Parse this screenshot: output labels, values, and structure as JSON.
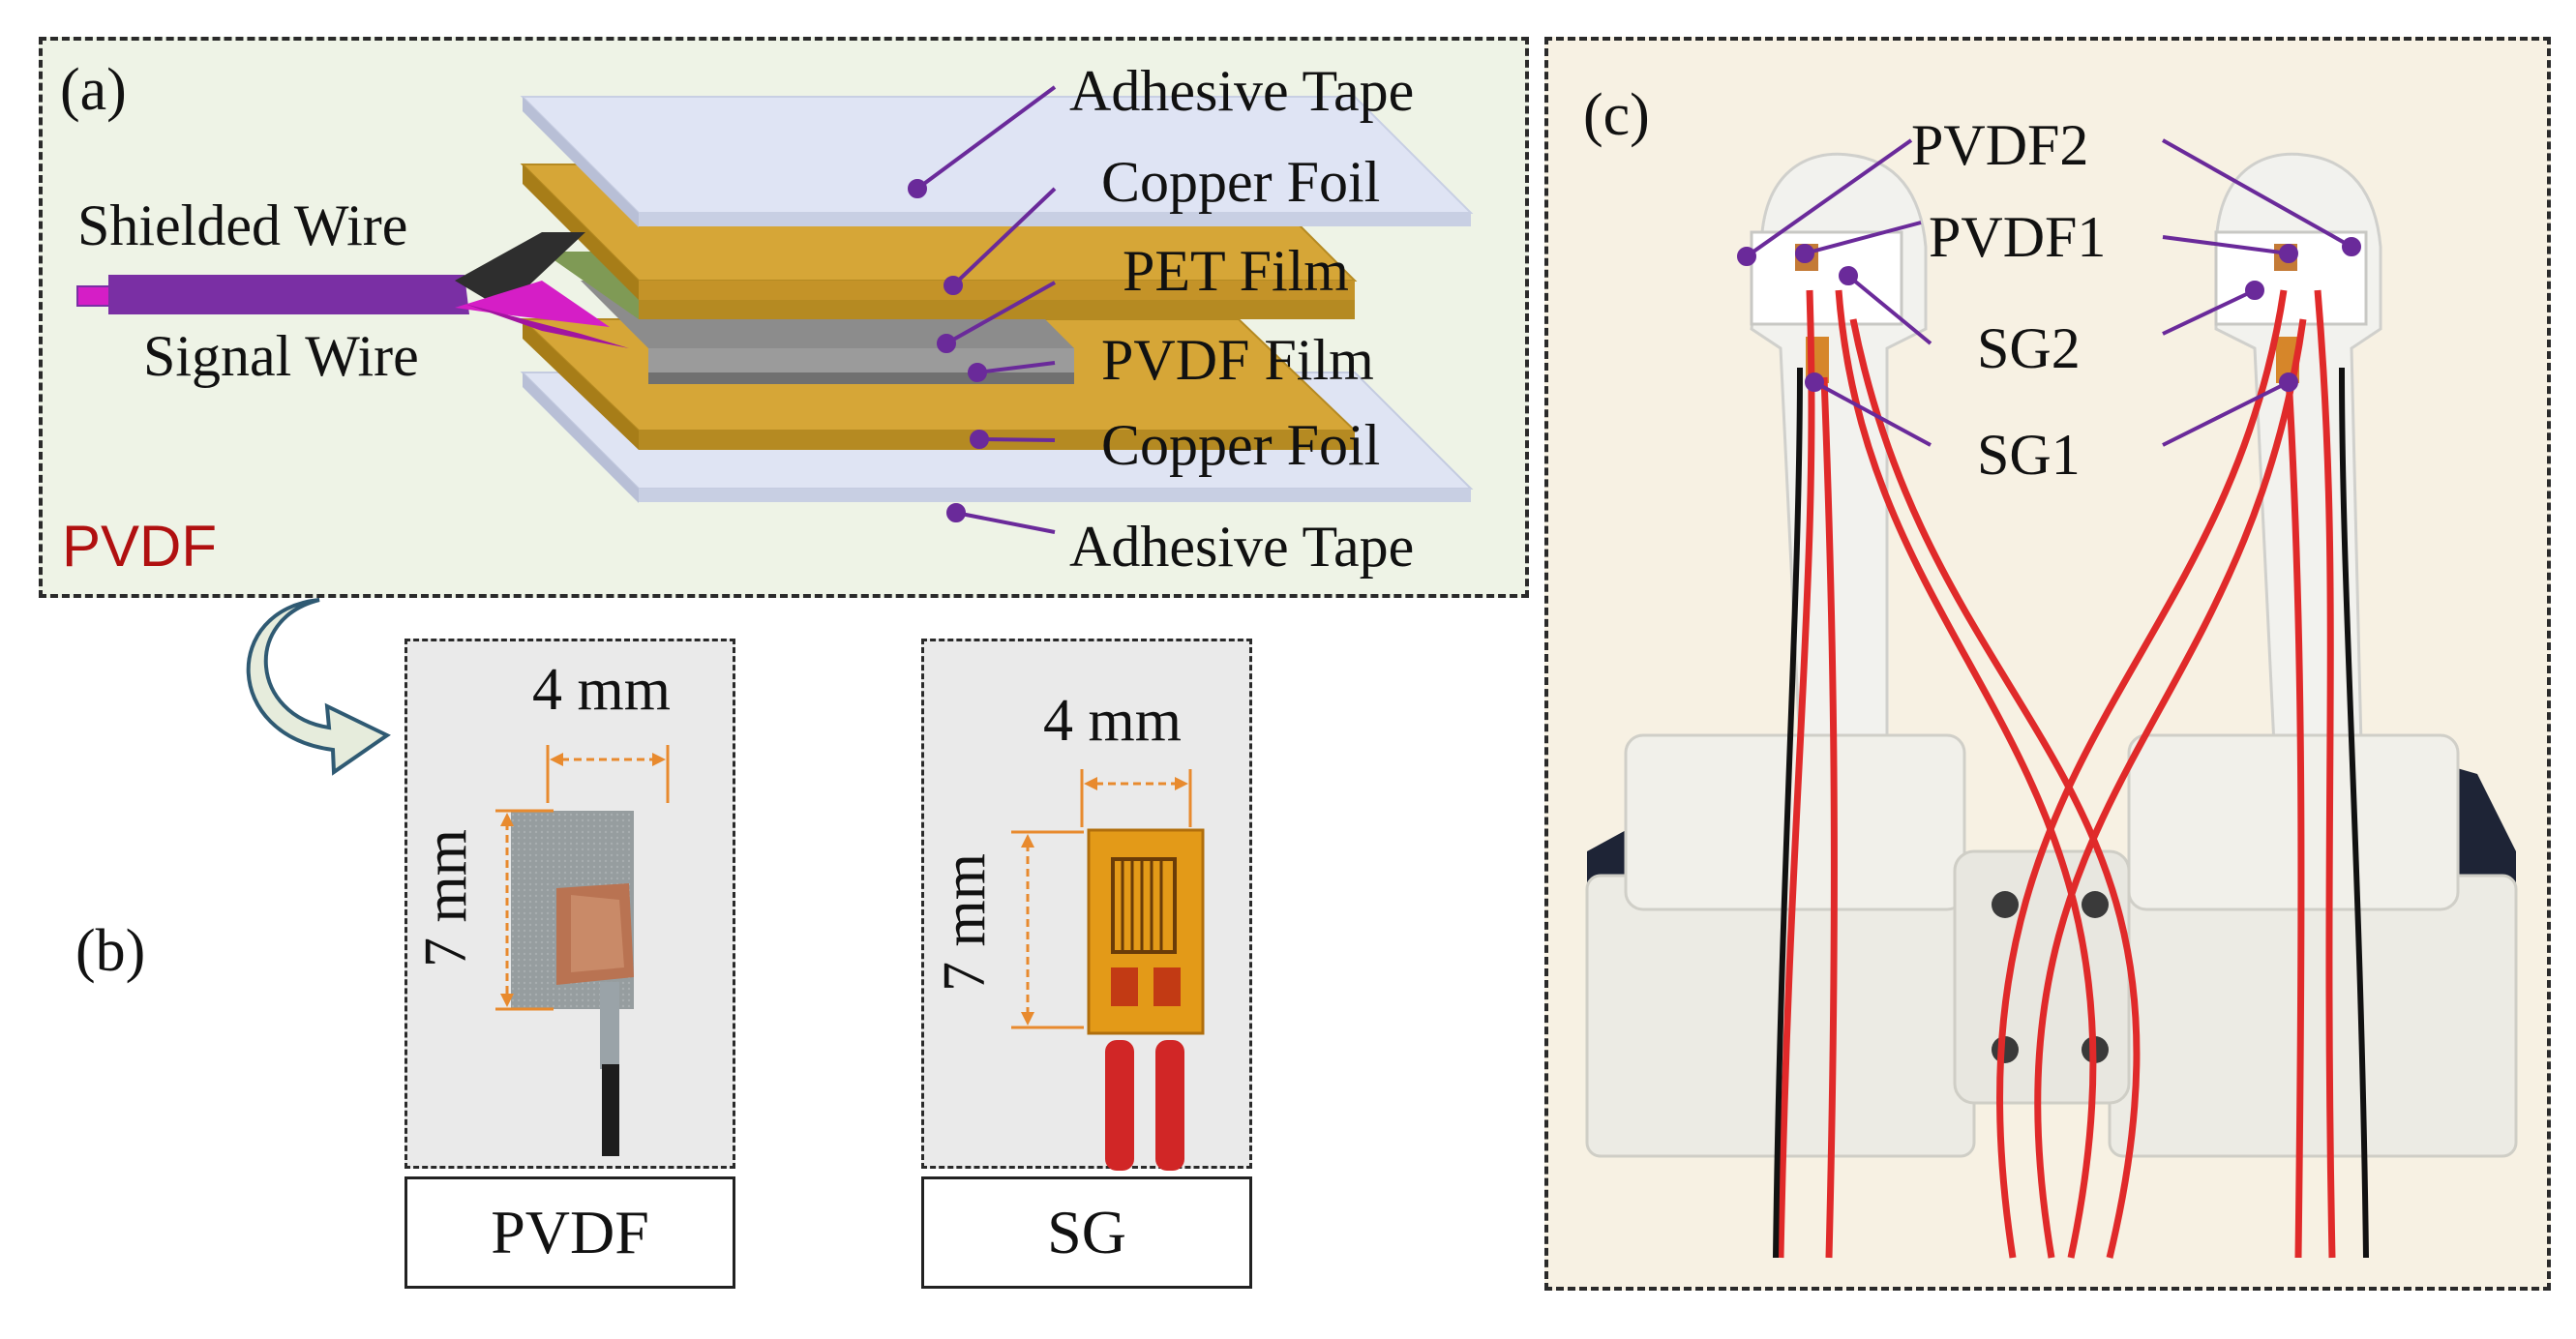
{
  "panel_a": {
    "tag": "(a)",
    "name": "PVDF",
    "left_labels": {
      "shielded_wire": "Shielded Wire",
      "signal_wire": "Signal Wire"
    },
    "layer_labels": [
      "Adhesive Tape",
      "Copper Foil",
      "PET Film",
      "PVDF Film",
      "Copper Foil",
      "Adhesive Tape"
    ]
  },
  "panel_b": {
    "tag": "(b)",
    "pvdf": {
      "width": "4 mm",
      "height": "7 mm",
      "caption": "PVDF"
    },
    "sg": {
      "width": "4 mm",
      "height": "7 mm",
      "caption": "SG"
    }
  },
  "panel_c": {
    "tag": "(c)",
    "labels": [
      "PVDF2",
      "PVDF1",
      "SG2",
      "SG1"
    ]
  },
  "colors": {
    "panel_a_bg": "#eef3e6",
    "copper_layer": "#d6a637",
    "adhesive_layer": "#d9dff0",
    "pvdf_layer": "#8c8c8c",
    "pet_layer": "#7f9a55",
    "shielded_wire": "#7a2fa4",
    "signal_wire": "#d51ec6",
    "leader_line": "#6a2a9a",
    "dimension": "#e88a2e",
    "pvdf_label": "#b01010"
  }
}
